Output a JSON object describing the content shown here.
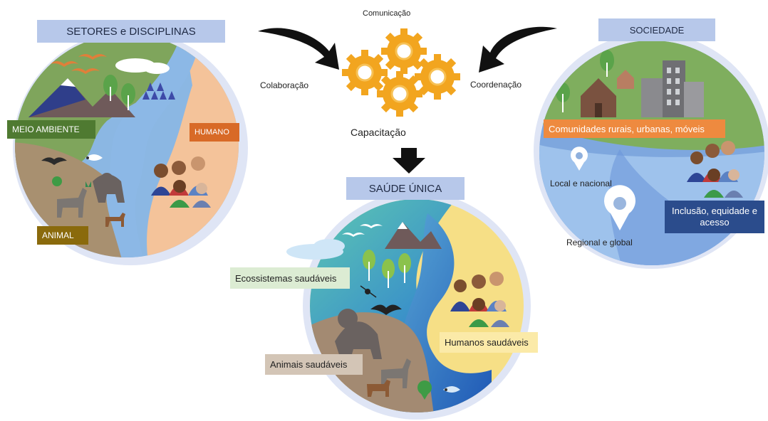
{
  "left_panel": {
    "title": "SETORES e DISCIPLINAS",
    "labels": {
      "environment": "MEIO AMBIENTE",
      "human": "HUMANO",
      "animal": "ANIMAL"
    }
  },
  "center": {
    "top_label": "Comunicação",
    "left_label": "Colaboração",
    "right_label": "Coordenação",
    "bottom_label": "Capacitação"
  },
  "one_health": {
    "title": "SAÚDE ÚNICA",
    "ecosystems": "Ecossistemas saudáveis",
    "humans": "Humanos saudáveis",
    "animals": "Animais saudáveis"
  },
  "right_panel": {
    "title": "SOCIEDADE",
    "communities": "Comunidades rurais, urbanas, móveis",
    "local": "Local e nacional",
    "regional": "Regional e global",
    "inclusion": "Inclusão, equidade e acesso"
  },
  "colors": {
    "header_bg": "#b7c8ea",
    "environment_tag": "#4f7a31",
    "human_tag": "#d86a27",
    "animal_tag": "#8a6a0c",
    "gear": "#f2a51f",
    "communities_tag": "#ee8a3f",
    "inclusion_tag": "#2b4c8c"
  }
}
